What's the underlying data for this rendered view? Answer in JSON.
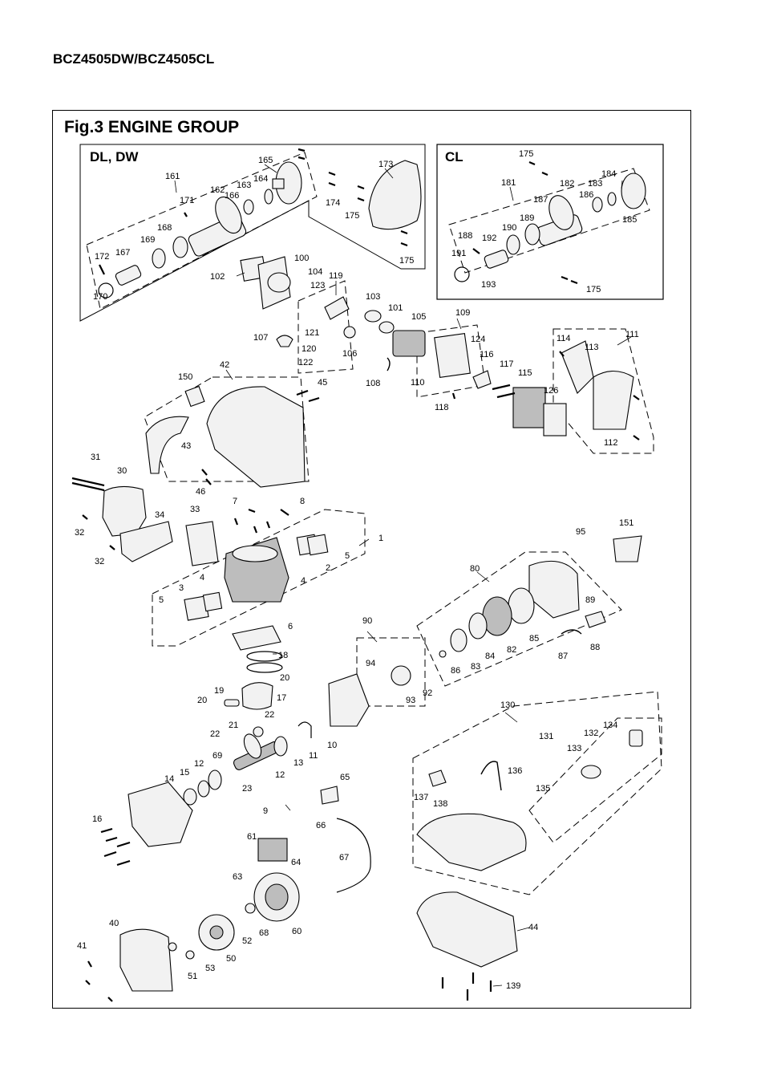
{
  "header": {
    "model": "BCZ4505DW/BCZ4505CL"
  },
  "figure": {
    "title": "Fig.3  ENGINE GROUP"
  },
  "insets": {
    "left_label": "DL, DW",
    "right_label": "CL"
  },
  "parts": {
    "p1": "1",
    "p2": "2",
    "p3": "3",
    "p4a": "4",
    "p4b": "4",
    "p5a": "5",
    "p5b": "5",
    "p6": "6",
    "p7": "7",
    "p8": "8",
    "p9": "9",
    "p10": "10",
    "p11": "11",
    "p12a": "12",
    "p12b": "12",
    "p13": "13",
    "p14": "14",
    "p15": "15",
    "p16": "16",
    "p17": "17",
    "p18": "18",
    "p19": "19",
    "p20a": "20",
    "p20b": "20",
    "p21": "21",
    "p22a": "22",
    "p22b": "22",
    "p23": "23",
    "p30": "30",
    "p31": "31",
    "p32a": "32",
    "p32b": "32",
    "p33": "33",
    "p34": "34",
    "p40": "40",
    "p41": "41",
    "p42": "42",
    "p43": "43",
    "p44": "44",
    "p45": "45",
    "p46": "46",
    "p50": "50",
    "p51": "51",
    "p52": "52",
    "p53": "53",
    "p60": "60",
    "p61": "61",
    "p63": "63",
    "p64": "64",
    "p65": "65",
    "p66": "66",
    "p67": "67",
    "p68": "68",
    "p69": "69",
    "p80": "80",
    "p82": "82",
    "p83": "83",
    "p84": "84",
    "p85": "85",
    "p86": "86",
    "p87": "87",
    "p88": "88",
    "p89": "89",
    "p90": "90",
    "p92": "92",
    "p93": "93",
    "p94": "94",
    "p95": "95",
    "p100": "100",
    "p101": "101",
    "p102": "102",
    "p103": "103",
    "p104": "104",
    "p105": "105",
    "p106": "106",
    "p107": "107",
    "p108": "108",
    "p109": "109",
    "p110": "110",
    "p111": "111",
    "p112": "112",
    "p113": "113",
    "p114": "114",
    "p115": "115",
    "p116": "116",
    "p117": "117",
    "p118": "118",
    "p119": "119",
    "p120": "120",
    "p121": "121",
    "p122": "122",
    "p123": "123",
    "p124": "124",
    "p126": "126",
    "p130": "130",
    "p131": "131",
    "p132": "132",
    "p133": "133",
    "p134": "134",
    "p135": "135",
    "p136": "136",
    "p137": "137",
    "p138": "138",
    "p139": "139",
    "p150": "150",
    "p151": "151",
    "p161": "161",
    "p162": "162",
    "p163": "163",
    "p164": "164",
    "p165": "165",
    "p166": "166",
    "p167": "167",
    "p168": "168",
    "p169": "169",
    "p170": "170",
    "p171": "171",
    "p172": "172",
    "p173": "173",
    "p174": "174",
    "p175a": "175",
    "p175b": "175",
    "p175c": "175",
    "p175d": "175",
    "p181": "181",
    "p182": "182",
    "p183": "183",
    "p184": "184",
    "p185": "185",
    "p186": "186",
    "p187": "187",
    "p188": "188",
    "p189": "189",
    "p190": "190",
    "p191": "191",
    "p192": "192",
    "p193": "193"
  }
}
